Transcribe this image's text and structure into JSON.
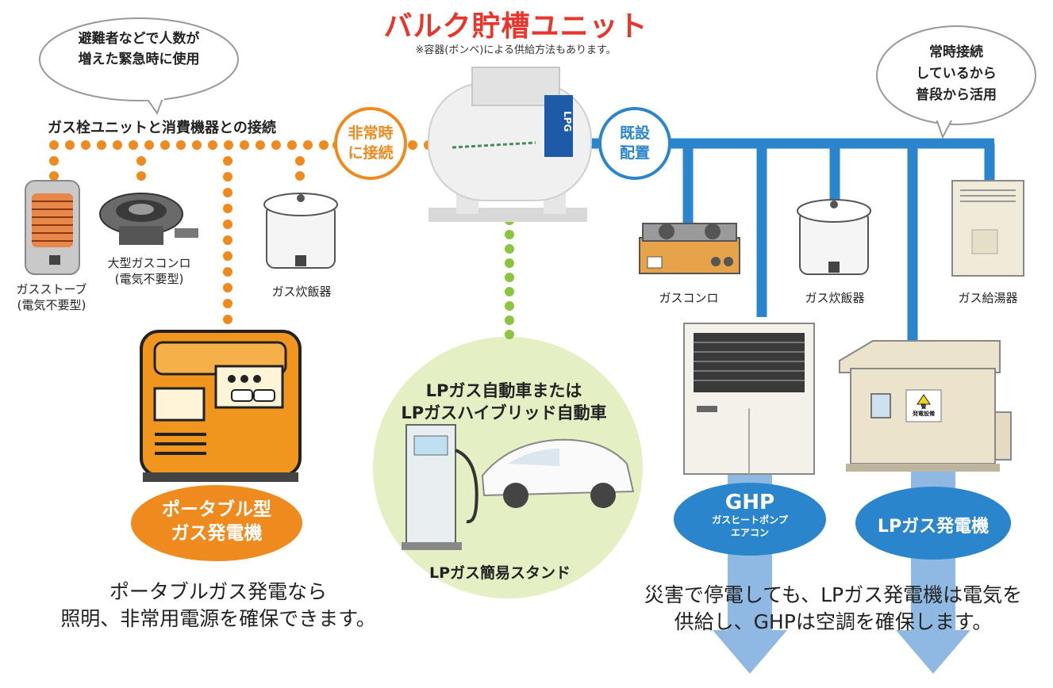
{
  "title": "バルク貯槽ユニット",
  "subtitle": "※容器(ボンベ)による供給方法もあります。",
  "bubble_left": {
    "line1": "避難者などで人数が",
    "line2": "増えた緊急時に使用"
  },
  "bubble_right": {
    "line1": "常時接続",
    "line2": "しているから",
    "line3": "普段から活用"
  },
  "left_heading": "ガス栓ユニットと消費機器との接続",
  "emergency_badge": {
    "line1": "非常時",
    "line2": "に接続"
  },
  "existing_badge": {
    "line1": "既設",
    "line2": "配置"
  },
  "tank_label": "LPG",
  "left_devices": {
    "stove": {
      "line1": "ガスストーブ",
      "line2": "(電気不要型)"
    },
    "burner": {
      "line1": "大型ガスコンロ",
      "line2": "(電気不要型)"
    },
    "rice_cooker": "ガス炊飯器"
  },
  "right_devices": {
    "stove": "ガスコンロ",
    "rice_cooker": "ガス炊飯器",
    "water_heater": "ガス給湯器"
  },
  "portable_generator": {
    "line1": "ポータブル型",
    "line2": "ガス発電機"
  },
  "portable_note": {
    "line1": "ポータブルガス発電なら",
    "line2": "照明、非常用電源を確保できます。"
  },
  "car": {
    "line1": "LPガス自動車または",
    "line2": "LPガスハイブリッド自動車",
    "stand": "LPガス簡易スタンド"
  },
  "ghp": {
    "title": "GHP",
    "line1": "ガスヒートポンプ",
    "line2": "エアコン"
  },
  "lp_generator": {
    "label": "LPガス発電機",
    "sign1": "警",
    "sign2": "発電設備"
  },
  "right_note": {
    "line1": "災害で停電しても、LPガス発電機は電気を",
    "line2": "供給し、GHPは空調を確保します。"
  },
  "colors": {
    "orange": "#ee8a1e",
    "blue": "#2a85cc",
    "green": "#8bc53f",
    "light_green": "#e4efc4",
    "title_red": "#e8362c",
    "arrow_blue": "#8fb8e3"
  }
}
